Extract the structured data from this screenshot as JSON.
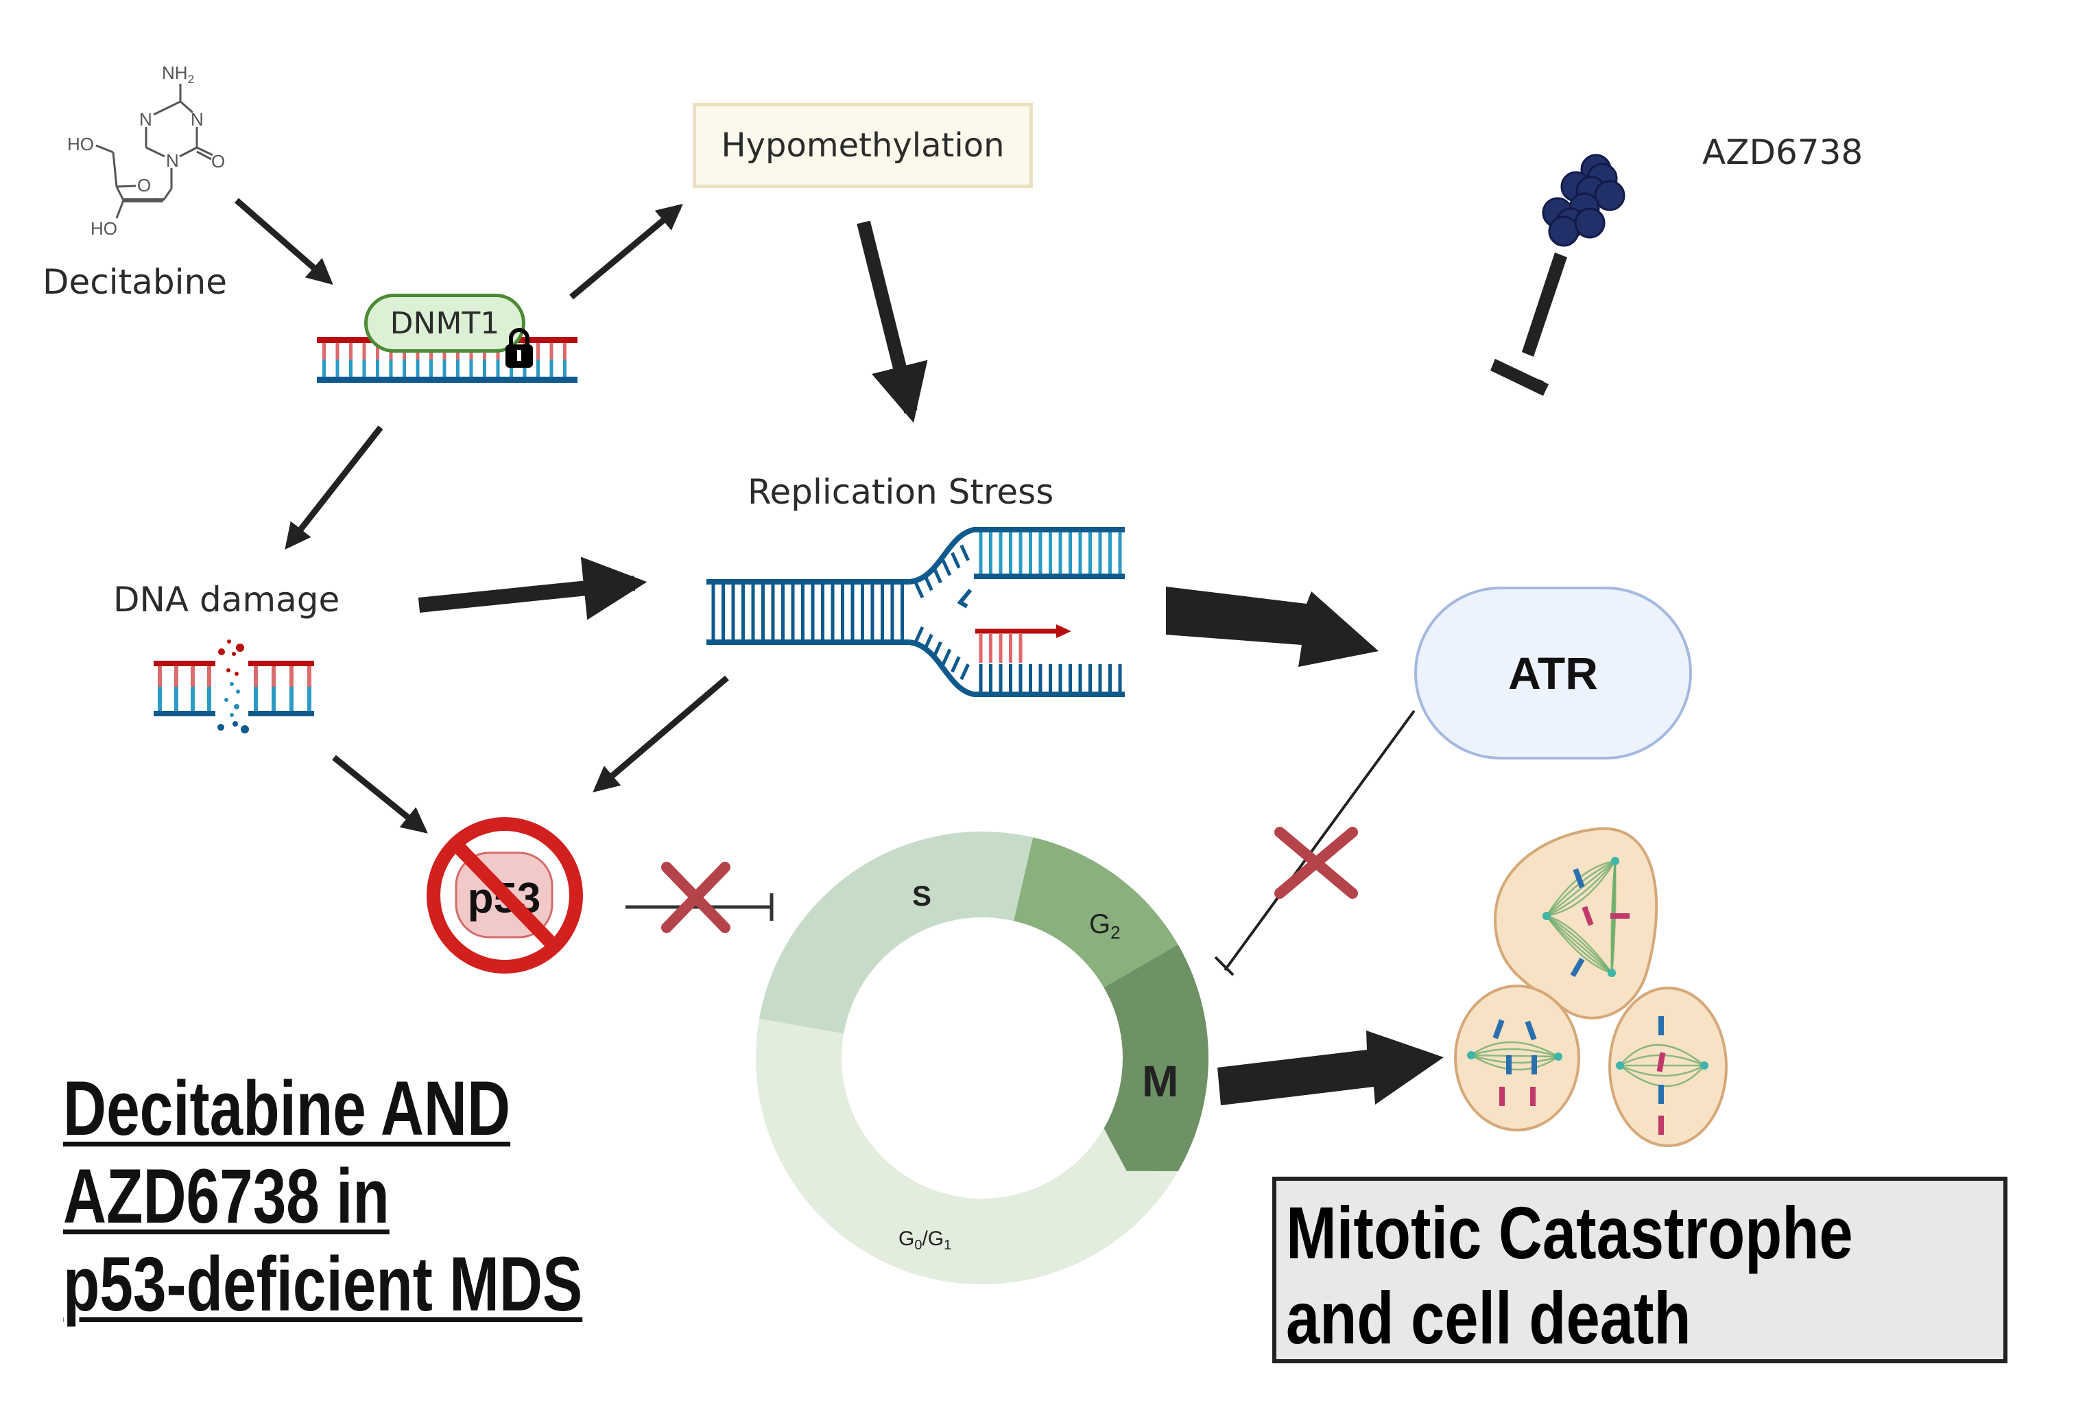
{
  "diagram": {
    "title_lines": [
      "Decitabine AND",
      "AZD6738 in",
      "p53-deficient MDS"
    ],
    "nodes": {
      "decitabine": {
        "label": "Decitabine",
        "molecule_atoms": {
          "amine": "NH",
          "amine_sub": "2",
          "ring_n": "N",
          "oxo": "O",
          "ring_o": "O",
          "hydroxyl": "HO"
        }
      },
      "dnmt1": {
        "label": "DNMT1",
        "state_icon": "lock-icon"
      },
      "hypomethylation": {
        "label": "Hypomethylation"
      },
      "dna_damage": {
        "label": "DNA damage"
      },
      "replication_stress": {
        "label": "Replication Stress"
      },
      "azd6738": {
        "label": "AZD6738"
      },
      "atr": {
        "label": "ATR"
      },
      "p53": {
        "label": "p53",
        "status": "absent (prohibited)"
      },
      "cell_cycle": {
        "phases": [
          {
            "id": "s",
            "label": "S",
            "sub": ""
          },
          {
            "id": "g2",
            "label": "G",
            "sub": "2"
          },
          {
            "id": "m",
            "label": "M",
            "sub": ""
          },
          {
            "id": "g0g1",
            "label": "G",
            "sub": "0",
            "label2": "/G",
            "sub2": "1"
          }
        ]
      },
      "outcome": {
        "lines": [
          "Mitotic Catastrophe",
          "and cell death"
        ]
      }
    },
    "edges": [
      {
        "from": "decitabine",
        "to": "dnmt1",
        "type": "activation"
      },
      {
        "from": "dnmt1",
        "to": "hypomethylation",
        "type": "activation"
      },
      {
        "from": "dnmt1",
        "to": "dna_damage",
        "type": "activation"
      },
      {
        "from": "hypomethylation",
        "to": "replication_stress",
        "type": "activation"
      },
      {
        "from": "dna_damage",
        "to": "replication_stress",
        "type": "activation"
      },
      {
        "from": "dna_damage",
        "to": "p53",
        "type": "activation"
      },
      {
        "from": "replication_stress",
        "to": "p53",
        "type": "activation"
      },
      {
        "from": "replication_stress",
        "to": "atr",
        "type": "activation"
      },
      {
        "from": "azd6738",
        "to": "atr",
        "type": "inhibition"
      },
      {
        "from": "p53",
        "to": "cell_cycle",
        "type": "inhibition",
        "blocked": true
      },
      {
        "from": "atr",
        "to": "cell_cycle",
        "type": "inhibition",
        "blocked": true
      },
      {
        "from": "cell_cycle",
        "to": "outcome",
        "type": "activation"
      }
    ],
    "colors": {
      "arrow": "#222222",
      "block_x": "#b5444a",
      "prohibit": "#d2201f",
      "p53_fill": "#f2c9c9",
      "dna_red": "#b70d0d",
      "dna_blue": "#0f5a8c",
      "drug": "#22306a",
      "phase_s": "#c7dcc8",
      "phase_g2": "#8ab07e",
      "phase_m": "#6e9165",
      "phase_g0g1": "#e3edde",
      "cell_fill": "#f7e2c6",
      "cell_border": "#d5a878"
    }
  }
}
